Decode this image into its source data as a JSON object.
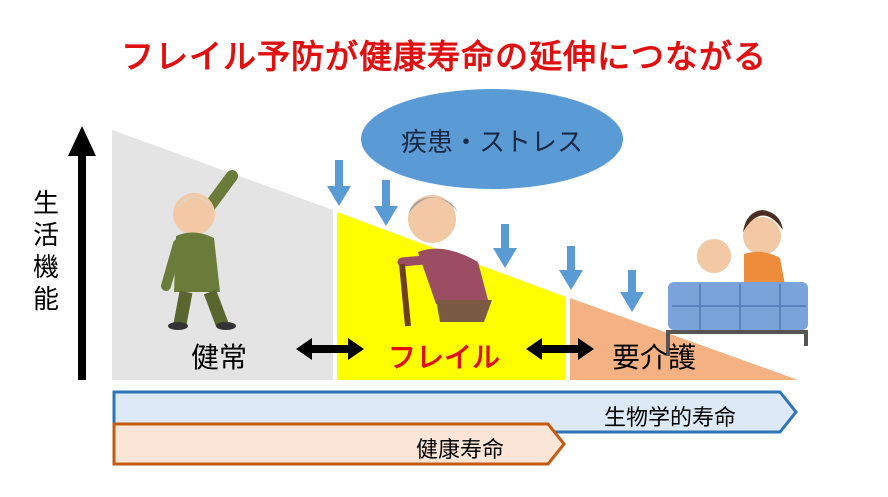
{
  "title": "フレイル予防が健康寿命の延伸につながる",
  "y_axis_label": "生活機能",
  "stages": {
    "healthy": "健常",
    "frailty": "フレイル",
    "care": "要介護"
  },
  "stressor_label": "疾患・ストレス",
  "bars": {
    "biological_lifespan": "生物学的寿命",
    "healthy_lifespan": "健康寿命"
  },
  "colors": {
    "title": "#e01010",
    "healthy_zone": "#e4e4e4",
    "frailty_zone": "#ffff00",
    "care_zone": "#f4b183",
    "ellipse": "#5b9bd5",
    "down_arrow": "#5b9bd5",
    "bio_bar_fill": "#dde9f6",
    "bio_bar_border": "#2e75b6",
    "health_bar_fill": "#fbe5d6",
    "health_bar_border": "#c55a11"
  },
  "illustrations": [
    "stretching-elderly-man",
    "frail-elderly-woman-with-cane",
    "bedridden-elderly-with-caregiver"
  ]
}
